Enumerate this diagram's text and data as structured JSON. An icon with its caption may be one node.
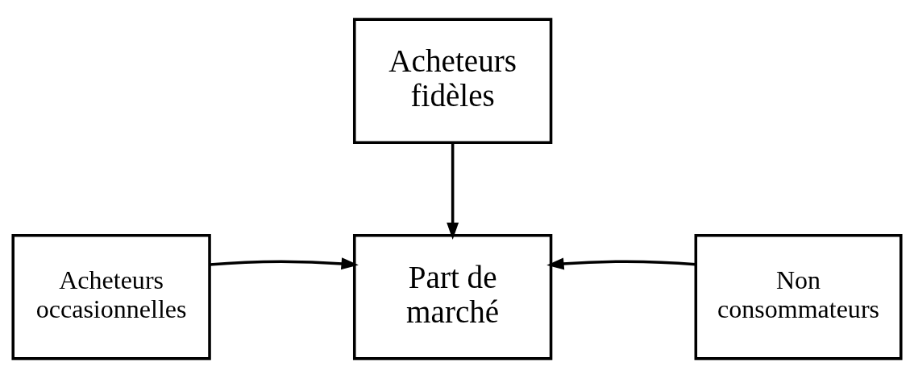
{
  "diagram": {
    "nodes": [
      {
        "text": [
          "Acheteurs fidèles"
        ]
      },
      {
        "text": [
          "Acheteurs occasionnelles"
        ]
      },
      {
        "text": [
          "Part de marché"
        ]
      },
      {
        "text": [
          "Non consommateurs"
        ]
      }
    ],
    "edges": [
      {
        "from": 0,
        "to": 2,
        "arrow": "to"
      },
      {
        "from": 1,
        "to": 2,
        "arrow": "to"
      },
      {
        "from": 3,
        "to": 2,
        "arrow": "to"
      }
    ]
  }
}
